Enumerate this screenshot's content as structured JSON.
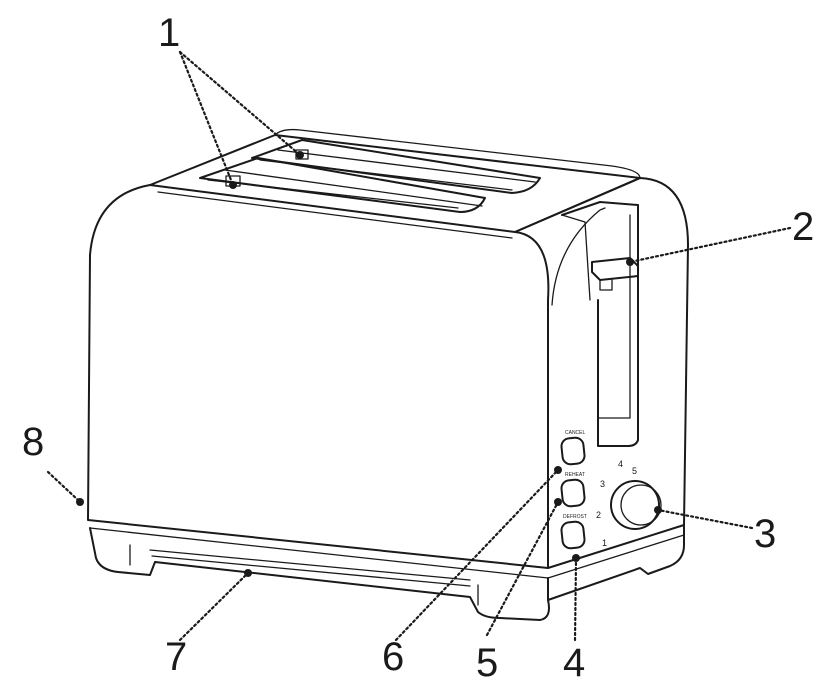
{
  "callouts": [
    {
      "id": "1",
      "label": "1"
    },
    {
      "id": "2",
      "label": "2"
    },
    {
      "id": "3",
      "label": "3"
    },
    {
      "id": "4",
      "label": "4"
    },
    {
      "id": "5",
      "label": "5"
    },
    {
      "id": "6",
      "label": "6"
    },
    {
      "id": "7",
      "label": "7"
    },
    {
      "id": "8",
      "label": "8"
    }
  ],
  "buttons": {
    "cancel": "CANCEL",
    "reheat": "REHEAT",
    "defrost": "DEFROST"
  },
  "dial_numbers": [
    "1",
    "2",
    "3",
    "4",
    "5"
  ]
}
